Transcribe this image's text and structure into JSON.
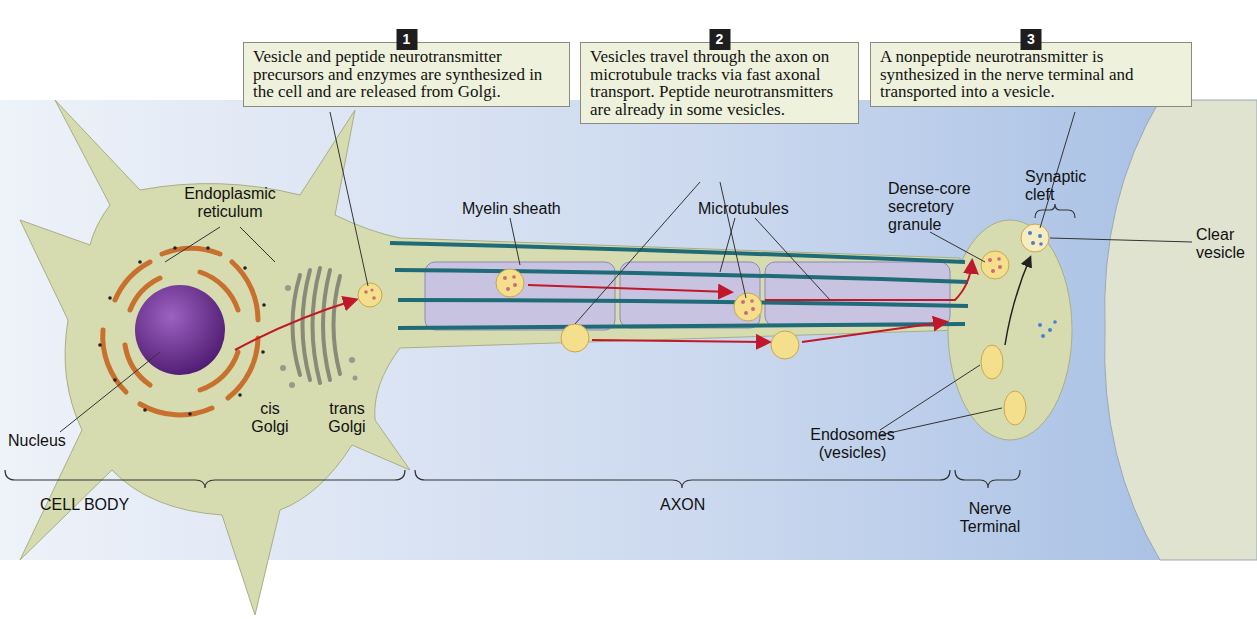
{
  "diagram": {
    "nodes": [
      {
        "text": [
          "1",
          "Vesicle and peptide neurotransmitter precursors and enzymes are synthesized in the cell and are released from Golgi."
        ]
      },
      {
        "text": [
          "2",
          "Vesicles travel through the axon on microtubule tracks via fast axonal transport. Peptide neurotransmitters are already in some vesicles."
        ]
      },
      {
        "text": [
          "3",
          "A nonpeptide neurotransmitter is synthesized in the nerve terminal and transported into a vesicle."
        ]
      }
    ],
    "labels": [
      "Endoplasmic reticulum",
      "Nucleus",
      "cis Golgi",
      "trans Golgi",
      "Myelin sheath",
      "Microtubules",
      "Dense-core secretory granule",
      "Synaptic cleft",
      "Clear vesicle",
      "Endosomes (vesicles)",
      "CELL BODY",
      "AXON",
      "Nerve Terminal"
    ]
  }
}
